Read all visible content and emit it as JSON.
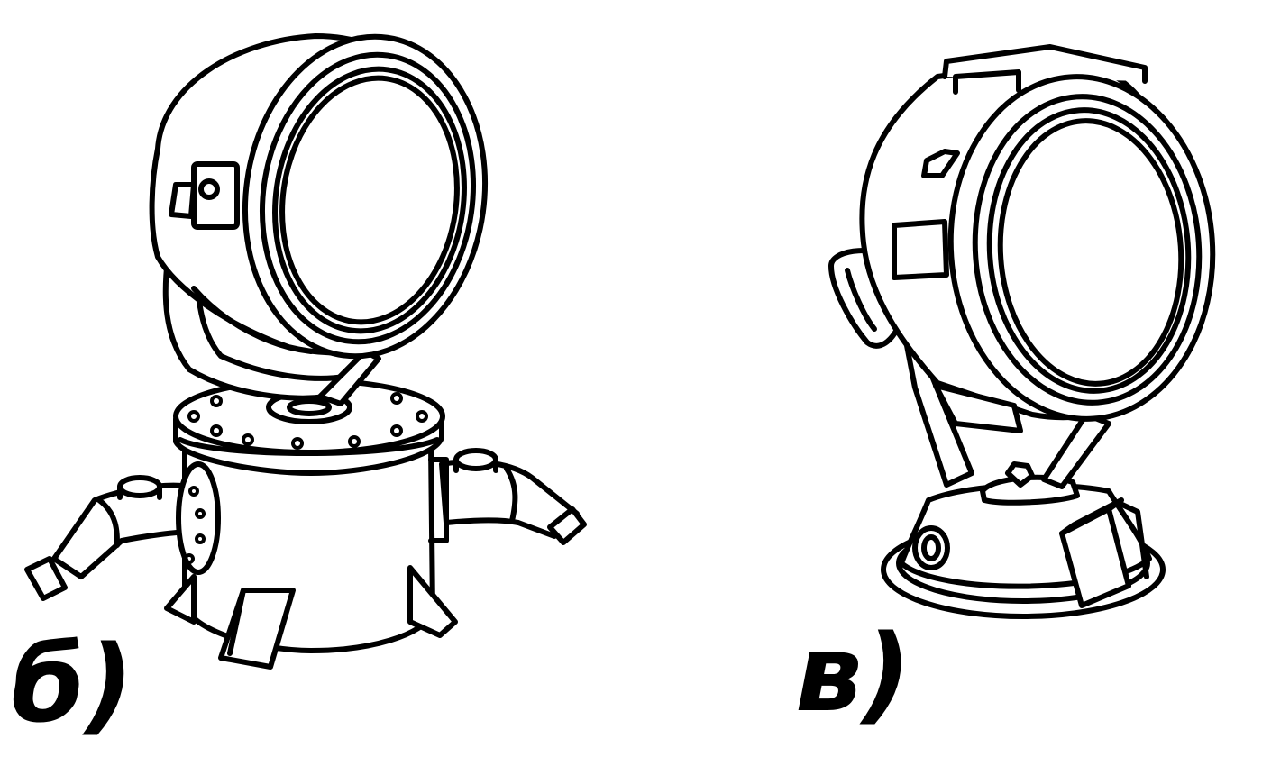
{
  "figures": [
    {
      "id": "b",
      "label": "б)"
    },
    {
      "id": "v",
      "label": "в)"
    }
  ],
  "colors": {
    "stroke": "#000000",
    "background": "#ffffff"
  }
}
